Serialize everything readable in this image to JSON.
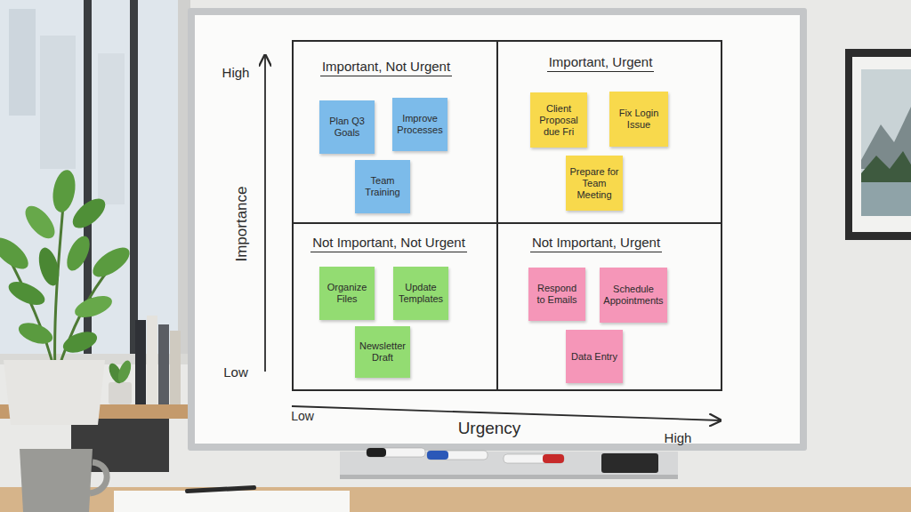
{
  "diagram": {
    "nodes": [
      {
        "text": [
          "Important, Not Urgent"
        ]
      },
      {
        "text": [
          "Plan Q3 Goals"
        ],
        "in": 0
      },
      {
        "text": [
          "Improve Processes"
        ],
        "in": 0
      },
      {
        "text": [
          "Team Training"
        ],
        "in": 0
      },
      {
        "text": [
          "Important, Urgent"
        ]
      },
      {
        "text": [
          "Client Proposal due Fri"
        ],
        "in": 4
      },
      {
        "text": [
          "Fix Login Issue"
        ],
        "in": 4
      },
      {
        "text": [
          "Prepare for Team Meeting"
        ],
        "in": 4
      },
      {
        "text": [
          "Not Important, Not Urgent"
        ]
      },
      {
        "text": [
          "Organize Files"
        ],
        "in": 8
      },
      {
        "text": [
          "Update Templates"
        ],
        "in": 8
      },
      {
        "text": [
          "Newsletter Draft"
        ],
        "in": 8
      },
      {
        "text": [
          "Not Important, Urgent"
        ]
      },
      {
        "text": [
          "Respond to Emails"
        ],
        "in": 12
      },
      {
        "text": [
          "Schedule Appointments"
        ],
        "in": 12
      },
      {
        "text": [
          "Data Entry"
        ],
        "in": 12
      }
    ],
    "labels": [
      "High",
      "Importance",
      "Low",
      "Low",
      "Urgency",
      "High"
    ]
  }
}
